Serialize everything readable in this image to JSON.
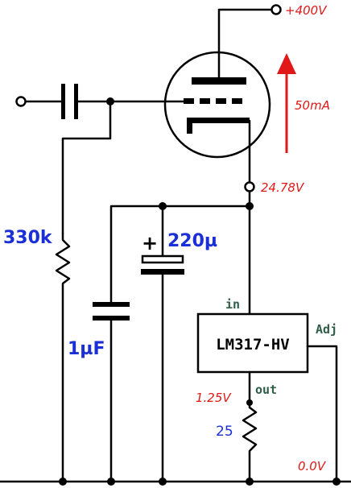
{
  "labels": {
    "supply_voltage": "+400V",
    "current": "50mA",
    "cathode_voltage": "24.78V",
    "grid_resistor": "330k",
    "bypass_cap_large": "220µ",
    "bypass_cap_small": "1µF",
    "regulator": "LM317-HV",
    "pin_in": "in",
    "pin_out": "out",
    "pin_adj": "Adj",
    "out_voltage": "1.25V",
    "sense_resistor": "25",
    "ground_voltage": "0.0V",
    "polarity_mark": "+"
  },
  "colors": {
    "annotation_red": "#e01818",
    "component_blue": "#1a2fd6",
    "pin_green": "#2e5e46",
    "wire": "#000000"
  }
}
